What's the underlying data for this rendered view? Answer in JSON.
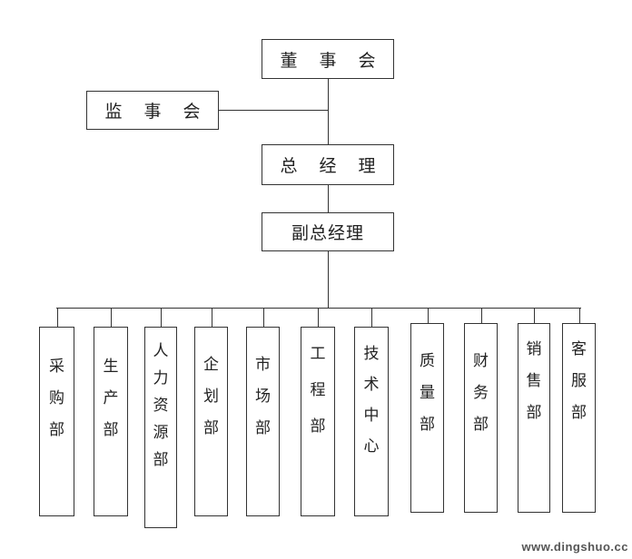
{
  "top_boxes": {
    "board": "董 事 会",
    "supervisors": "监 事 会",
    "general_manager": "总 经 理",
    "deputy_general_manager": "副总经理"
  },
  "departments": [
    {
      "key": "purchasing",
      "label": "采购部"
    },
    {
      "key": "production",
      "label": "生产部"
    },
    {
      "key": "human-resources",
      "label": "人力资源部"
    },
    {
      "key": "planning",
      "label": "企划部"
    },
    {
      "key": "marketing",
      "label": "市场部"
    },
    {
      "key": "engineering",
      "label": "工程部"
    },
    {
      "key": "technology-center",
      "label": "技术中心"
    },
    {
      "key": "quality",
      "label": "质量部"
    },
    {
      "key": "finance",
      "label": "财务部"
    },
    {
      "key": "sales",
      "label": "销售部"
    },
    {
      "key": "customer-service",
      "label": "客服部"
    }
  ],
  "watermark": "www.dingshuo.cc"
}
